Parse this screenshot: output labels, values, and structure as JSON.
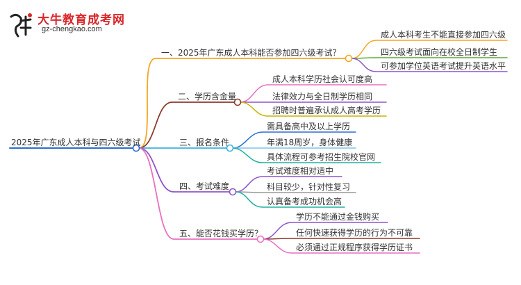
{
  "logo": {
    "title": "大牛教育成考网",
    "url_text": "gz-chengkao.com",
    "mark_text": "大牛"
  },
  "mindmap": {
    "root": "2025年广东成人本科与四六级考试",
    "branches": [
      {
        "label": "一、2025年广东成人本科能否参加四六级考试？",
        "color": "#f5a623",
        "children": [
          {
            "label": "成人本科考生不能直接参加四六级",
            "color": "#f5a623"
          },
          {
            "label": "四六级考试面向在校全日制学生",
            "color": "#5aaa35"
          },
          {
            "label": "可参加学位英语考试提升英语水平",
            "color": "#8e55c8"
          }
        ]
      },
      {
        "label": "二、学历含金量",
        "color": "#8b3a2a",
        "children": [
          {
            "label": "成人本科学历社会认可度高",
            "color": "#e86fbf"
          },
          {
            "label": "法律效力与全日制学历相同",
            "color": "#8e55c8"
          },
          {
            "label": "招聘时普遍承认成人高考学历",
            "color": "#c8b400"
          }
        ]
      },
      {
        "label": "三、报名条件",
        "color": "#3fb0e0",
        "children": [
          {
            "label": "需具备高中及以上学历",
            "color": "#2a6fd0"
          },
          {
            "label": "年满18周岁，身体健康",
            "color": "#7cc6e8"
          },
          {
            "label": "具体流程可参考招生院校官网",
            "color": "#20b0a0"
          }
        ]
      },
      {
        "label": "四、考试难度",
        "color": "#8e55c8",
        "children": [
          {
            "label": "考试难度相对适中",
            "color": "#8e55c8"
          },
          {
            "label": "科目较少，针对性复习",
            "color": "#999999"
          },
          {
            "label": "认真备考成功机会高",
            "color": "#20b0a0"
          }
        ]
      },
      {
        "label": "五、能否花钱买学历？",
        "color": "#e86fbf",
        "children": [
          {
            "label": "学历不能通过金钱购买",
            "color": "#8e55c8"
          },
          {
            "label": "任何快速获得学历的行为不可靠",
            "color": "#8b3a2a"
          },
          {
            "label": "必须通过正规程序获得学历证书",
            "color": "#e86fbf"
          }
        ]
      }
    ]
  }
}
